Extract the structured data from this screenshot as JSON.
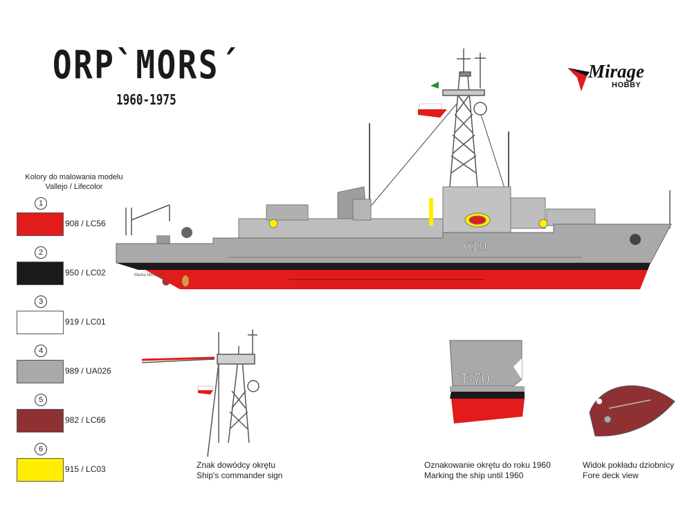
{
  "title": "ORP`MORS´",
  "years": "1960-1975",
  "logo": {
    "word": "Mirage",
    "sub": "HOBBY"
  },
  "palette": {
    "heading_line1": "Kolory do malowania modelu",
    "heading_line2": "Vallejo / Lifecolor",
    "swatches": [
      {
        "num": "1",
        "code": "908 / LC56",
        "color": "#e21b1b"
      },
      {
        "num": "2",
        "code": "950 / LC02",
        "color": "#1c1a1b"
      },
      {
        "num": "3",
        "code": "919 / LC01",
        "color": "#ffffff"
      },
      {
        "num": "4",
        "code": "989 / UA026",
        "color": "#a9a9a9"
      },
      {
        "num": "5",
        "code": "982 / LC66",
        "color": "#8f3133"
      },
      {
        "num": "6",
        "code": "915 / LC03",
        "color": "#ffee00"
      }
    ]
  },
  "ship": {
    "hull_number": "610",
    "old_number": "T-70",
    "signature": "Marka Mirosław"
  },
  "captions": {
    "commander_pl": "Znak dowódcy okrętu",
    "commander_en": "Ship's commander sign",
    "marking_pl": "Oznakowanie okrętu do roku 1960",
    "marking_en": "Marking the ship until 1960",
    "deck_pl": "Widok pokładu dziobnicy",
    "deck_en": "Fore deck view"
  }
}
